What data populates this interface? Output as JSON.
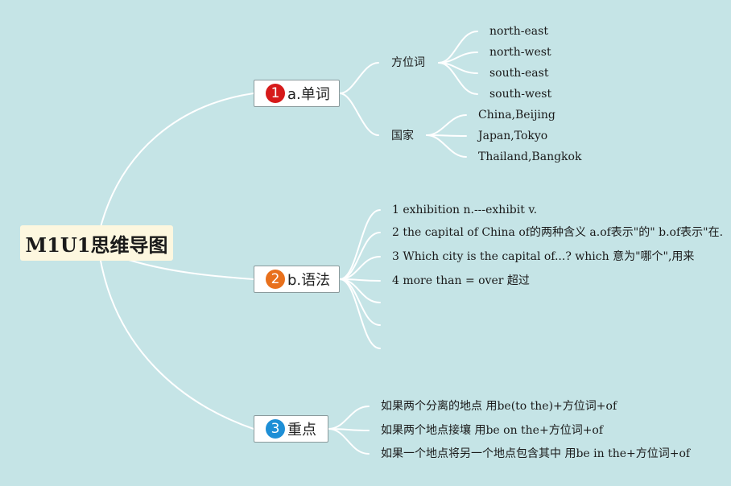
{
  "root": {
    "title": "M1U1思维导图"
  },
  "branches": [
    {
      "badge": "1",
      "badge_color": "#d61a1a",
      "label": "a.单词"
    },
    {
      "badge": "2",
      "badge_color": "#e8701c",
      "label": "b.语法"
    },
    {
      "badge": "3",
      "badge_color": "#1e8fd6",
      "label": "重点"
    }
  ],
  "vocab": {
    "direction": {
      "label": "方位词",
      "items": [
        "north-east",
        "north-west",
        "south-east",
        "south-west"
      ]
    },
    "country": {
      "label": "国家",
      "items": [
        "China,Beijing",
        "Japan,Tokyo",
        "Thailand,Bangkok"
      ]
    }
  },
  "grammar": {
    "items": [
      "1 exhibition n.---exhibit v.",
      "2 the capital of China of的两种含义 a.of表示\"的\" b.of表示\"在.",
      "3 Which city is the capital of...? which 意为\"哪个\",用来",
      "4 more than = over 超过"
    ]
  },
  "keypoints": {
    "items": [
      "如果两个分离的地点 用be(to the)+方位词+of",
      "如果两个地点接壤 用be on the+方位词+of",
      "如果一个地点将另一个地点包含其中 用be in the+方位词+of"
    ]
  }
}
